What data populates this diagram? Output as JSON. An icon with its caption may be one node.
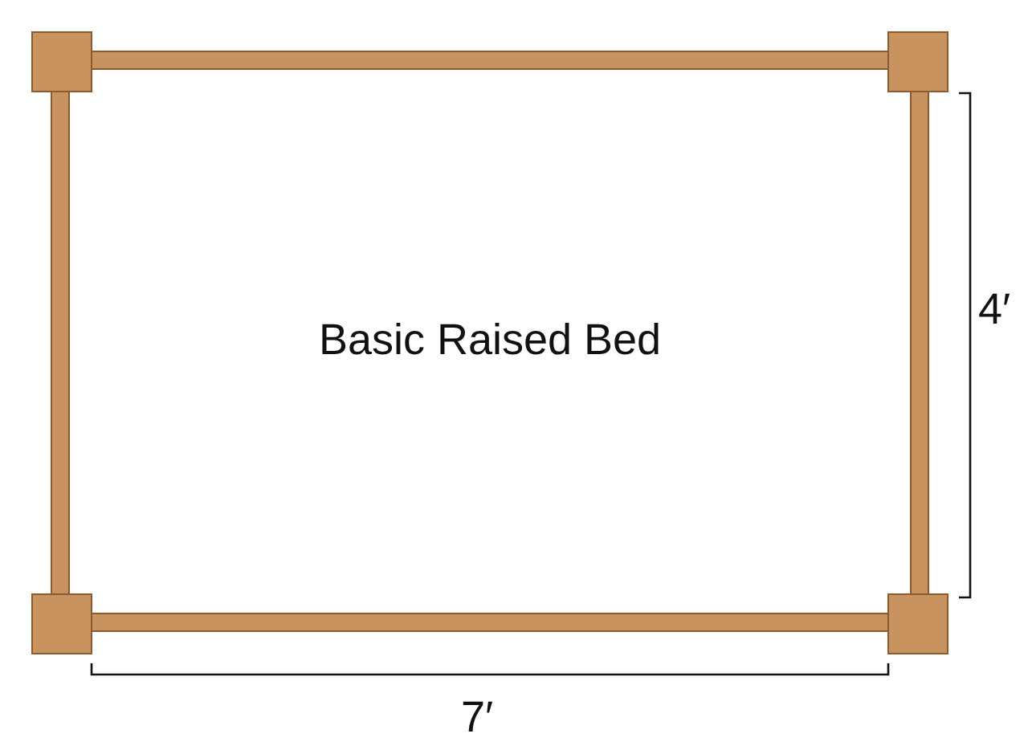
{
  "diagram": {
    "labels": [
      "Basic Raised Bed",
      "4′",
      "7′"
    ]
  }
}
